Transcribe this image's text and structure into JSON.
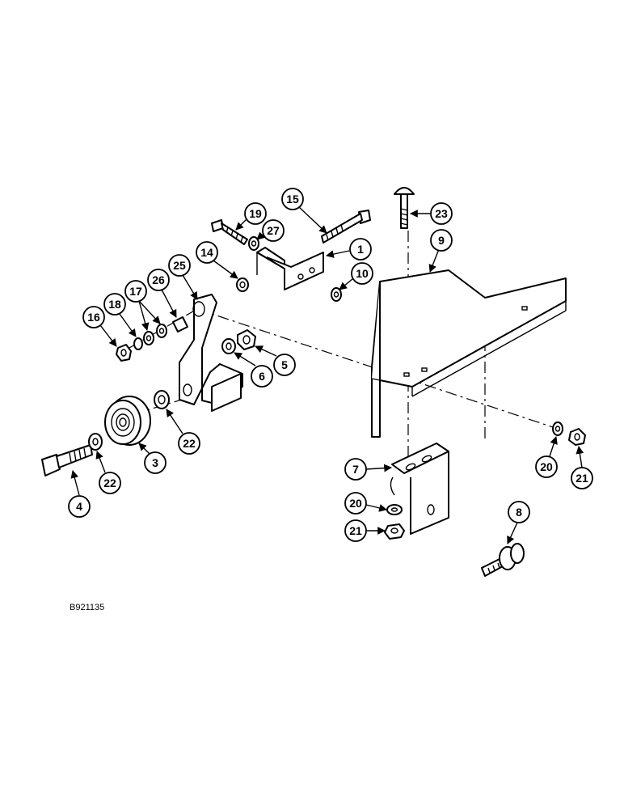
{
  "drawing_code": "B921135",
  "callouts": [
    "1",
    "3",
    "4",
    "5",
    "6",
    "7",
    "8",
    "9",
    "10",
    "14",
    "15",
    "16",
    "17",
    "18",
    "19",
    "20",
    "21",
    "22",
    "23",
    "25",
    "26",
    "27",
    "20",
    "21",
    "22"
  ],
  "colors": {
    "line": "#000000",
    "background": "#ffffff"
  }
}
